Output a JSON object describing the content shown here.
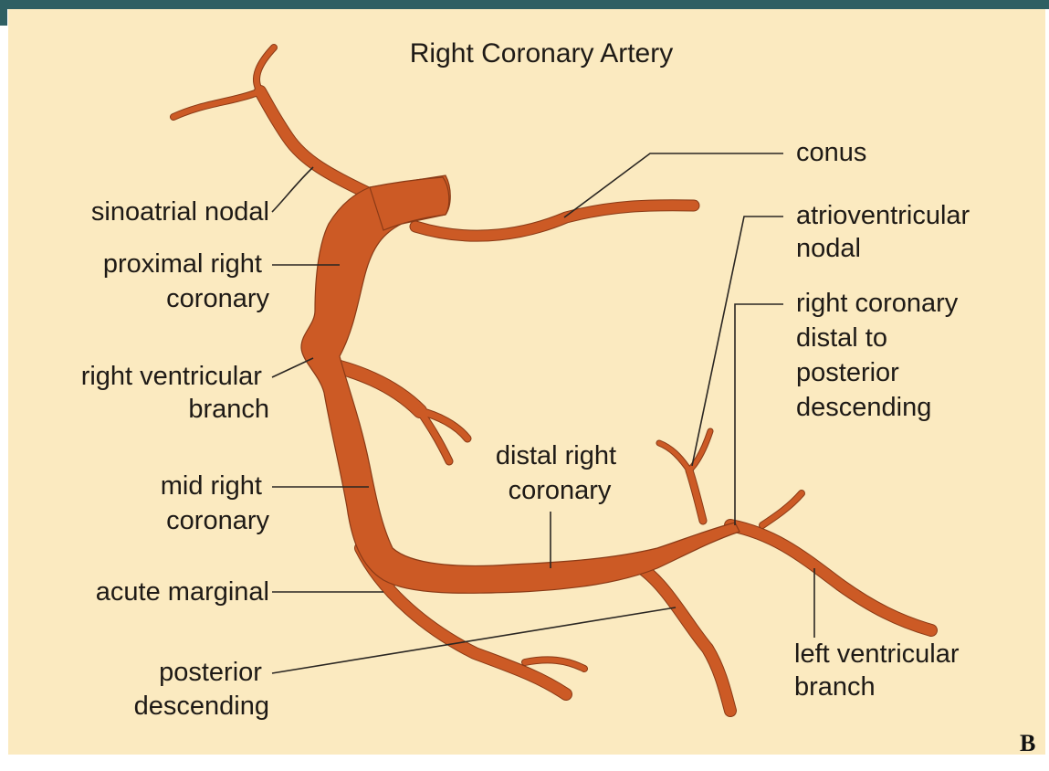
{
  "title": "Right Coronary Artery",
  "panel_letter": "B",
  "labels": {
    "sinoatrial_nodal": [
      "sinoatrial nodal"
    ],
    "proximal_right_coronary": [
      "proximal right",
      "coronary"
    ],
    "right_ventricular_branch": [
      "right ventricular",
      "branch"
    ],
    "mid_right_coronary": [
      "mid right",
      "coronary"
    ],
    "acute_marginal": [
      "acute marginal"
    ],
    "posterior_descending": [
      "posterior",
      "descending"
    ],
    "distal_right_coronary": [
      "distal right",
      "coronary"
    ],
    "conus": [
      "conus"
    ],
    "atrioventricular_nodal": [
      "atrioventricular",
      "nodal"
    ],
    "rca_distal_to_pd": [
      "right coronary",
      "distal to",
      "posterior",
      "descending"
    ],
    "left_ventricular_branch": [
      "left ventricular",
      "branch"
    ]
  },
  "colors": {
    "background": "#fbeac0",
    "vessel": "#cc5a25",
    "vessel_outline": "#8a3a16",
    "frame": "#2f5f63"
  }
}
